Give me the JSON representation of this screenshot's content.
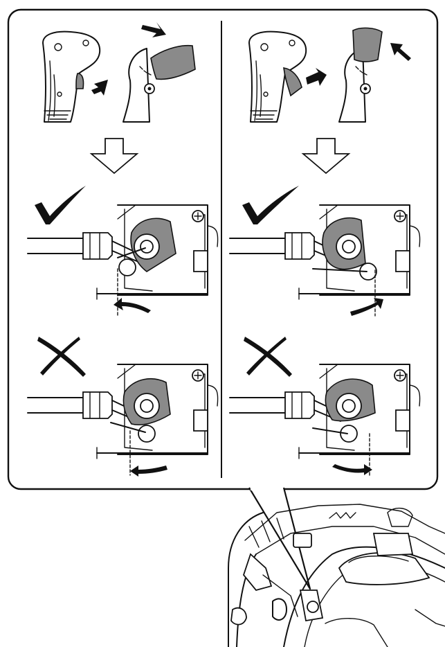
{
  "figure": {
    "panels": [
      {
        "id": "left",
        "lever_arrow": "toward-body",
        "correct_rotation": "counter-clockwise",
        "wrong_rotation": "counter-clockwise"
      },
      {
        "id": "right",
        "lever_arrow": "away-from-body",
        "correct_rotation": "clockwise",
        "wrong_rotation": "clockwise"
      }
    ],
    "icons": {
      "correct": "check-mark-icon",
      "wrong": "x-mark-icon",
      "step": "down-arrow-icon",
      "rotation": "curved-arrow-icon"
    },
    "colors": {
      "line": "#111111",
      "fill_part": "#8a8a8a",
      "background": "#ffffff"
    }
  }
}
